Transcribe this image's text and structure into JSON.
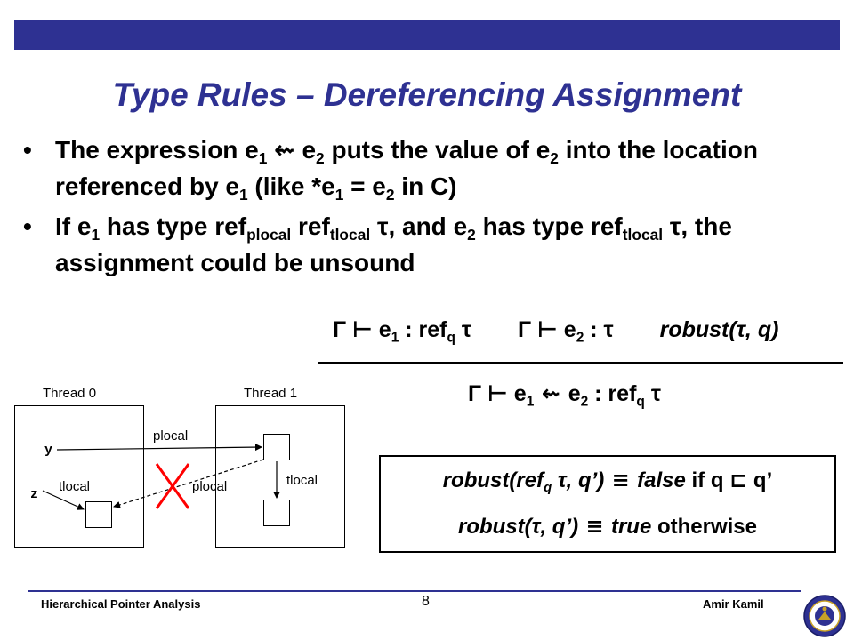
{
  "title": "Type Rules – Dereferencing Assignment",
  "bullets": {
    "b1": {
      "t1": "The expression e",
      "s1": "1",
      "t2": " ",
      "arrow": "⇜",
      "t3": " e",
      "s2": "2",
      "t4": " puts the value of e",
      "s3": "2",
      "t5": " into the location referenced by e",
      "s4": "1",
      "t6": " (like *e",
      "s5": "1",
      "t7": " = e",
      "s6": "2",
      "t8": " in C)"
    },
    "b2": {
      "t1": "If e",
      "s1": "1",
      "t2": " has type ref",
      "s2": "plocal",
      "t3": " ref",
      "s3": "tlocal",
      "t4": " τ, and e",
      "s4": "2",
      "t5": " has type ref",
      "s5": "tlocal",
      "t6": " τ, the assignment could be unsound"
    }
  },
  "rule": {
    "p1_gamma": "Γ",
    "turnstile": "⊢",
    "p1_expr": " e",
    "p1_sub": "1",
    "p1_type": " : ref",
    "p1_q": "q",
    "p1_tau": " τ",
    "p2_gamma": "Γ",
    "p2_expr": " e",
    "p2_sub": "2",
    "p2_type": " : τ",
    "p3": "robust(τ, q)",
    "c_gamma": "Γ",
    "c_e1": " e",
    "c_s1": "1",
    "c_arrow": " ⇜ ",
    "c_e2": "e",
    "c_s2": "2",
    "c_type": " : ref",
    "c_q": "q",
    "c_tau": " τ"
  },
  "robust": {
    "l1_a": "robust(ref",
    "l1_q": "q",
    "l1_b": " τ, q’)",
    "l1_eq": " ≡ ",
    "l1_c": "false",
    "l1_d": " if q ",
    "l1_sq": "⊏",
    "l1_e": " q’",
    "l2_a": "robust(τ, q’)",
    "l2_eq": " ≡ ",
    "l2_c": "true",
    "l2_d": " otherwise"
  },
  "diagram": {
    "thread0": "Thread 0",
    "thread1": "Thread 1",
    "var_y": "y",
    "var_z": "z",
    "plocal_top": "plocal",
    "plocal_bottom": "plocal",
    "tlocal_left": "tlocal",
    "tlocal_right": "tlocal"
  },
  "footer": {
    "left": "Hierarchical Pointer Analysis",
    "page": "8",
    "right": "Amir Kamil"
  },
  "colors": {
    "accent": "#2e3192",
    "cross": "#ff0000"
  }
}
